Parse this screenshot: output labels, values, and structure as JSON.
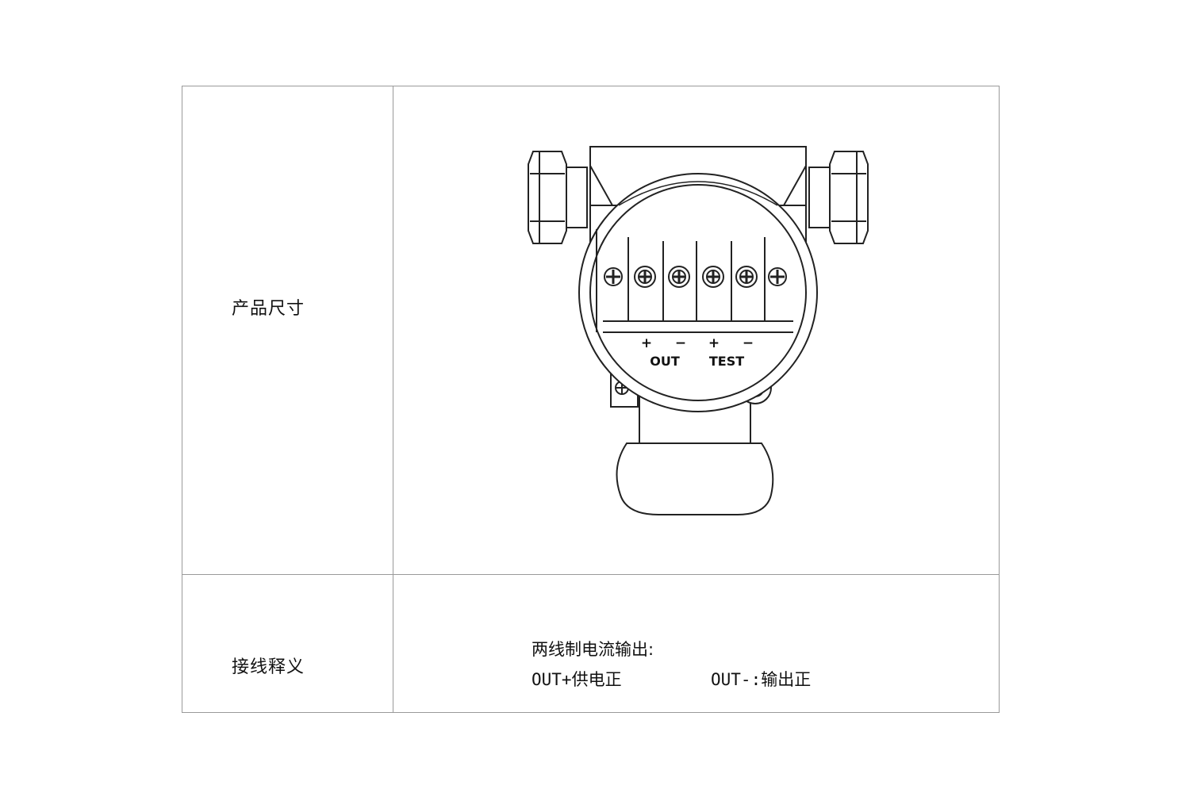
{
  "table": {
    "row1_label": "产品尺寸",
    "row2_label": "接线释义"
  },
  "diagram": {
    "terminal_labels": [
      "+",
      "−",
      "+",
      "−"
    ],
    "group_out": "OUT",
    "group_test": "TEST",
    "terminal_count": 4
  },
  "wiring": {
    "title": "两线制电流输出:",
    "out_plus": "OUT+供电正",
    "out_minus": "OUT-:输出正"
  }
}
